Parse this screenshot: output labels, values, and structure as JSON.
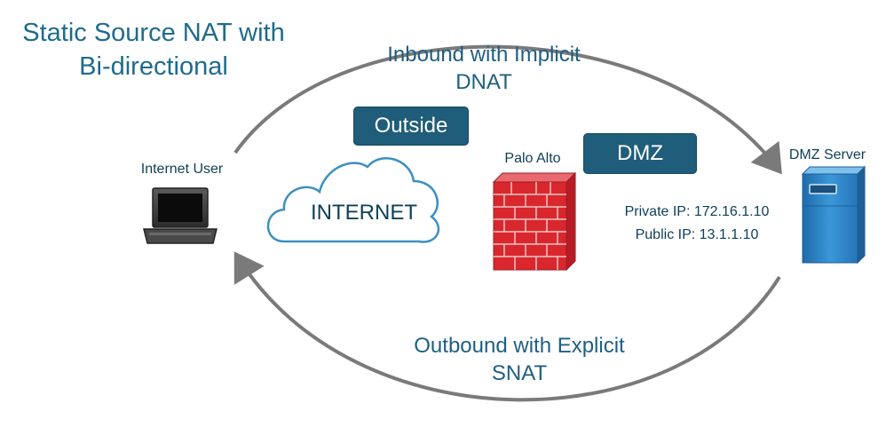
{
  "title": [
    "Static Source NAT with",
    "Bi-directional"
  ],
  "inbound_label": [
    "Inbound with Implicit",
    "DNAT"
  ],
  "outbound_label": [
    "Outbound with Explicit",
    "SNAT"
  ],
  "zones": {
    "outside": "Outside",
    "dmz": "DMZ"
  },
  "nodes": {
    "internet_user": "Internet User",
    "internet": "INTERNET",
    "palo_alto": "Palo Alto",
    "dmz_server": "DMZ Server"
  },
  "ips": {
    "private": "Private IP: 172.16.1.10",
    "public": "Public IP: 13.1.1.10"
  },
  "colors": {
    "title": "#1f6b8c",
    "zone_fill": "#1f5d7a",
    "arrow": "#7a7a7a",
    "firewall": "#d9272e",
    "server": "#2f86c6",
    "cloud_stroke": "#3c8fc0"
  }
}
